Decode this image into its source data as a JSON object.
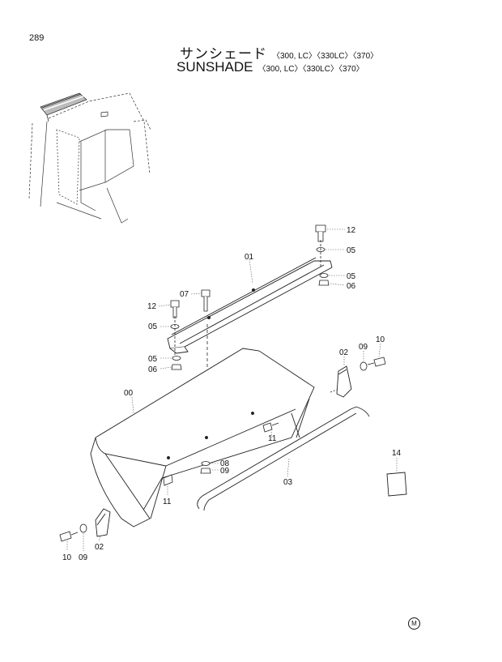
{
  "page": {
    "number": "289"
  },
  "title": {
    "japanese": "サンシェード",
    "english": "SUNSHADE",
    "variants": "〈300, LC〉〈330LC〉〈370〉"
  },
  "callouts": {
    "c12a": "12",
    "c05a": "05",
    "c01": "01",
    "c05b": "05",
    "c06a": "06",
    "c07": "07",
    "c12b": "12",
    "c05c": "05",
    "c05d": "05",
    "c06b": "06",
    "c02a": "02",
    "c09a": "09",
    "c10a": "10",
    "c00": "00",
    "c11a": "11",
    "c08": "08",
    "c09b": "09",
    "c11b": "11",
    "c03": "03",
    "c14": "14",
    "c10b": "10",
    "c09c": "09",
    "c02b": "02"
  },
  "symbol": {
    "mark": "M"
  },
  "colors": {
    "line": "#222222",
    "leader": "#555555",
    "background": "#ffffff"
  }
}
